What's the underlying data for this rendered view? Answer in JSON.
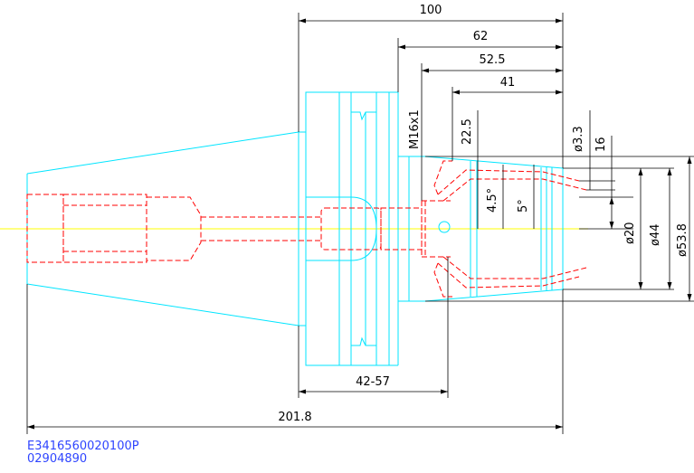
{
  "colors": {
    "outline": "#00e5ff",
    "hidden": "#ff0000",
    "centerline": "#ffff00",
    "dimension": "#000000",
    "code_text": "#2f45ff"
  },
  "dimensions": {
    "overall_length": "201.8",
    "length_100": "100",
    "length_62": "62",
    "length_52_5": "52.5",
    "length_41": "41",
    "depth_22_5": "22.5",
    "thread": "M16x1",
    "angle_4_5": "4.5°",
    "angle_5": "5°",
    "dia_3_3": "ø3.3",
    "dim_16": "16",
    "dia_20": "ø20",
    "dia_44": "ø44",
    "dia_53_8": "ø53.8",
    "range_42_57": "42-57"
  },
  "footer": {
    "part_code": "E3416560020100P",
    "order_number": "02904890"
  }
}
